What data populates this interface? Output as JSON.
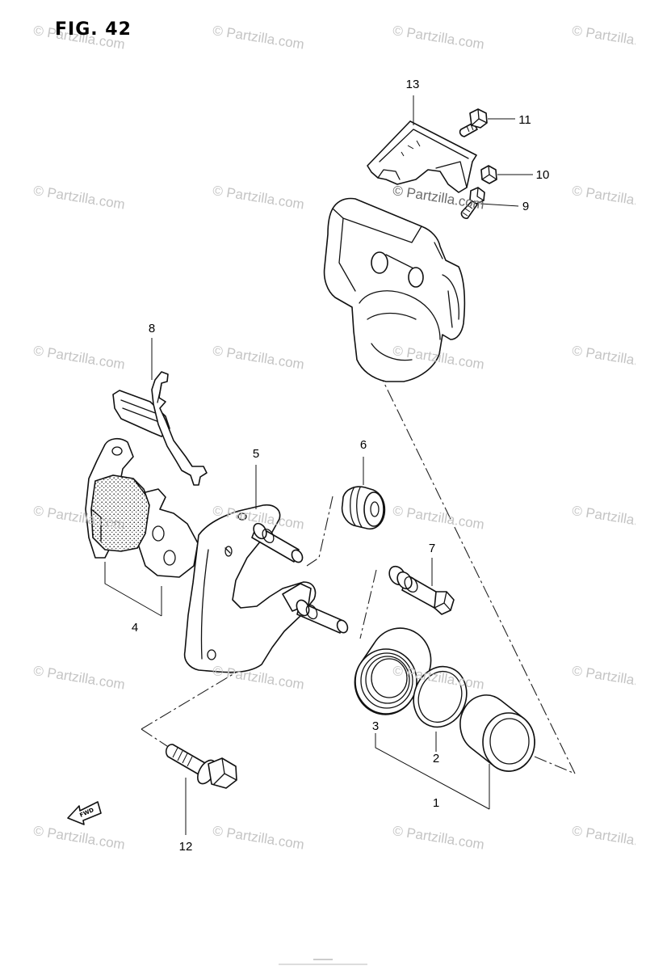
{
  "figure": {
    "title": "FIG. 42"
  },
  "watermark": {
    "text": "© Partzilla.com"
  },
  "callouts": {
    "part_1": "1",
    "part_2": "2",
    "part_3": "3",
    "part_4": "4",
    "part_5": "5",
    "part_6": "6",
    "part_7": "7",
    "part_8": "8",
    "part_9": "9",
    "part_10": "10",
    "part_11": "11",
    "part_12": "12",
    "part_13": "13"
  },
  "direction_marker": {
    "text": "FWD"
  },
  "colors": {
    "line": "#111111",
    "watermark": "#c4c4c4",
    "background": "#ffffff"
  }
}
